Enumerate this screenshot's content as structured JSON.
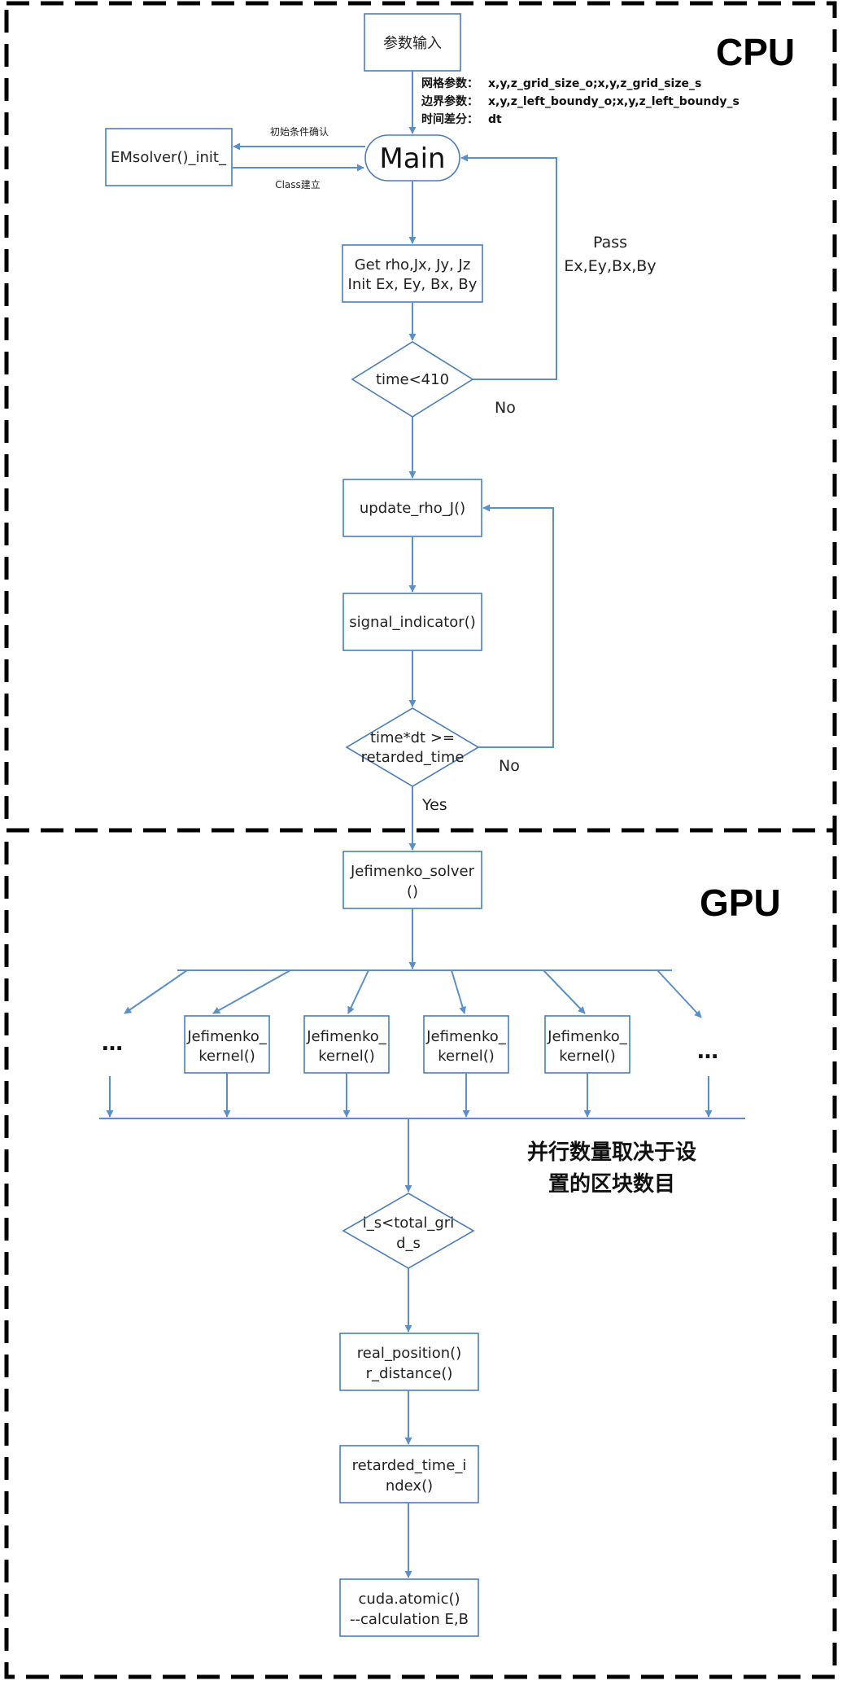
{
  "zones": {
    "cpu": "CPU",
    "gpu": "GPU"
  },
  "nodes": {
    "param_input": "参数输入",
    "main": "Main",
    "emsolver": "EMsolver()_init_",
    "get_rho_1": "Get rho,Jx, Jy, Jz",
    "get_rho_2": "Init Ex, Ey, Bx, By",
    "time_check": "time<410",
    "update_rho": "update_rho_J()",
    "signal_indicator": "signal_indicator()",
    "retarded_1": "time*dt >=",
    "retarded_2": "retarded_time",
    "jefimenko_solver_1": "Jefimenko_solver",
    "jefimenko_solver_2": "()",
    "kernel_1": "Jefimenko_",
    "kernel_2": "kernel()",
    "dots": "…",
    "is_check_1": "i_s<total_gri",
    "is_check_2": "d_s",
    "real_position_1": "real_position()",
    "real_position_2": "r_distance()",
    "retarded_index_1": "retarded_time_i",
    "retarded_index_2": "ndex()",
    "cuda_1": "cuda.atomic()",
    "cuda_2": "--calculation E,B"
  },
  "notes": {
    "grid_label": "网格参数：",
    "grid_value": "x,y,z_grid_size_o;x,y,z_grid_size_s",
    "boundary_label": "边界参数：",
    "boundary_value": "x,y,z_left_boundy_o;x,y,z_left_boundy_s",
    "time_label": "时间差分：",
    "time_value": "dt"
  },
  "edge_labels": {
    "init_confirm": "初始条件确认",
    "class_build": "Class建立",
    "pass_1": "Pass",
    "pass_2": "Ex,Ey,Bx,By",
    "no_1": "No",
    "no_2": "No",
    "yes": "Yes",
    "parallel_1": "并行数量取决于设",
    "parallel_2": "置的区块数目"
  },
  "colors": {
    "box_stroke": "#4a7ebb",
    "edge": "#5b8fc9",
    "zone_border": "#000000"
  }
}
